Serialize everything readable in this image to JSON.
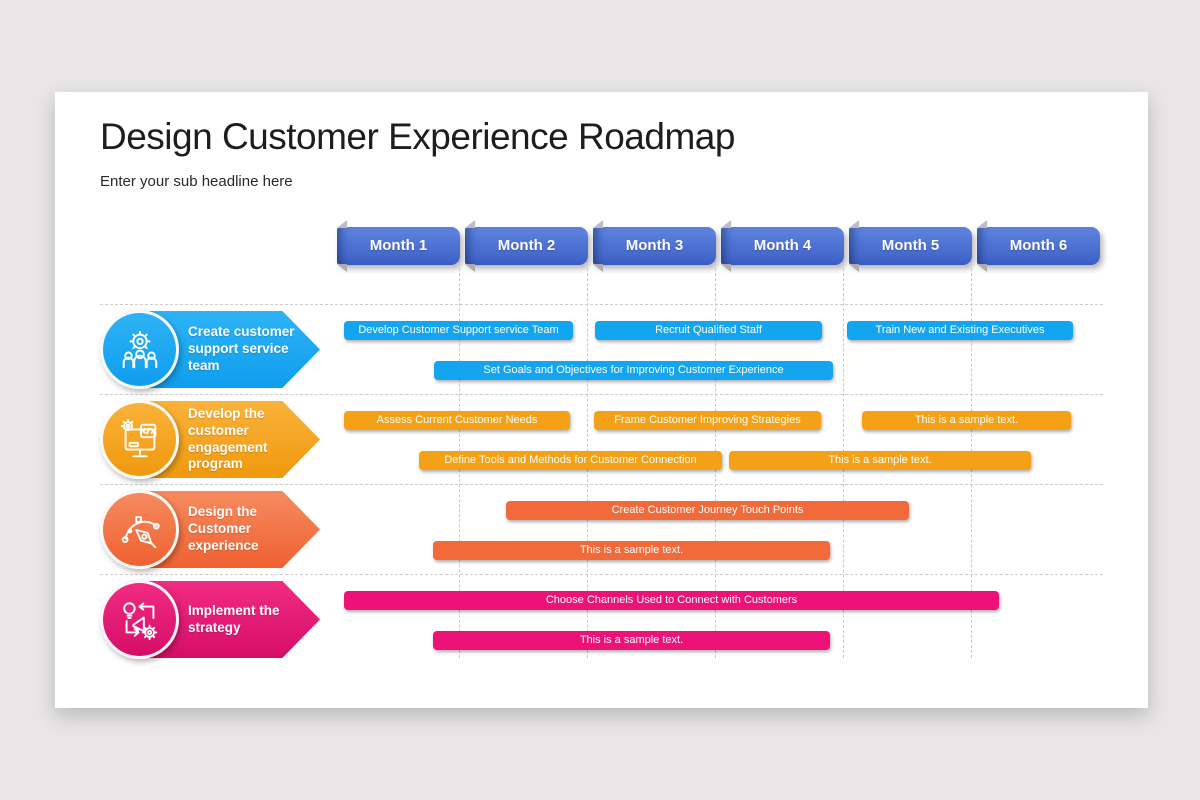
{
  "slide": {
    "title": "Design Customer Experience Roadmap",
    "subtitle": "Enter your sub headline here"
  },
  "months": [
    "Month 1",
    "Month 2",
    "Month 3",
    "Month 4",
    "Month 5",
    "Month 6"
  ],
  "palette": {
    "canvas_background": "#e8e6e7",
    "slide_background": "#ffffff",
    "month_banner_blue": "#4a6fd0",
    "row_blue": "#14a5f1",
    "row_amber": "#f5a118",
    "row_orange": "#f2693a",
    "row_pink": "#ec1277"
  },
  "rows": [
    {
      "label": "Create customer support service team",
      "icon": "team-gear-icon",
      "color": "#14a5f1",
      "bars": [
        {
          "label": "Develop Customer Support service Team"
        },
        {
          "label": "Recruit Qualified Staff"
        },
        {
          "label": "Train New and Existing Executives"
        },
        {
          "label": "Set Goals and Objectives for Improving Customer Experience"
        }
      ]
    },
    {
      "label": "Develop the customer engagement program",
      "icon": "dev-monitor-icon",
      "color": "#f5a118",
      "bars": [
        {
          "label": "Assess Current Customer Needs"
        },
        {
          "label": "Frame Customer Improving Strategies"
        },
        {
          "label": "This is a sample text."
        },
        {
          "label": "Define Tools and Methods for Customer Connection"
        },
        {
          "label": "This is a sample text."
        }
      ]
    },
    {
      "label": "Design the Customer experience",
      "icon": "pen-tool-icon",
      "color": "#f2693a",
      "bars": [
        {
          "label": "Create Customer Journey Touch Points"
        },
        {
          "label": "This is a sample text."
        }
      ]
    },
    {
      "label": "Implement the strategy",
      "icon": "implement-icon",
      "color": "#ec1277",
      "bars": [
        {
          "label": "Choose Channels Used to Connect with Customers"
        },
        {
          "label": "This is a sample text."
        }
      ]
    }
  ]
}
